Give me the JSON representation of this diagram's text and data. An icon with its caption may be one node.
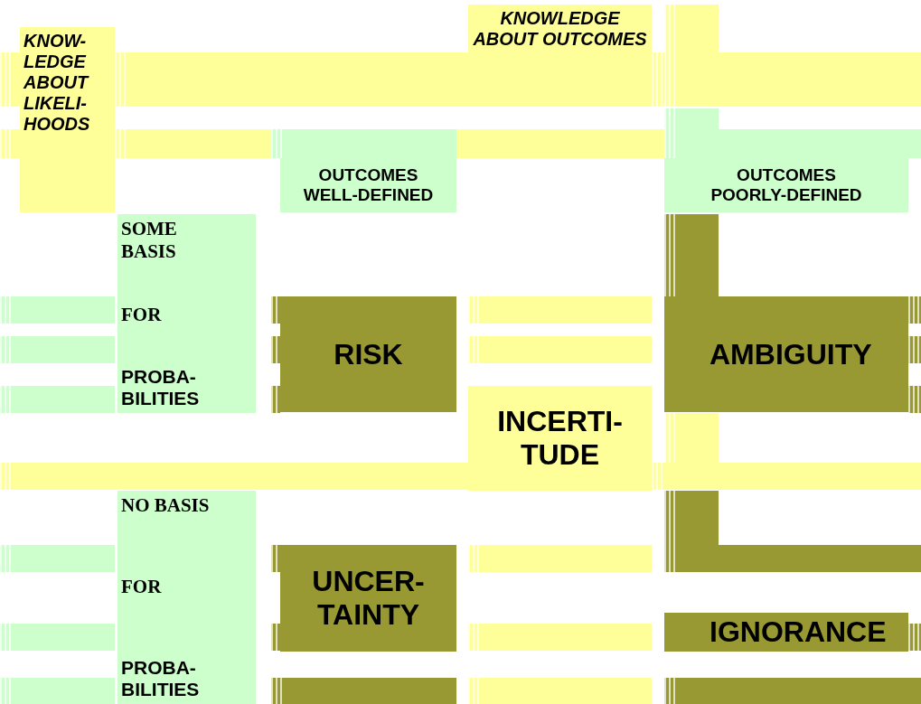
{
  "diagram": {
    "nodes": [
      {
        "text": [
          "KNOW- LEDGE",
          "ABOUT LIKELI- HOODS"
        ]
      },
      {
        "text": [
          "KNOWLEDGE ABOUT OUTCOMES"
        ]
      },
      {
        "text": [
          "OUTCOMES",
          "WELL-DEFINED"
        ]
      },
      {
        "text": [
          "OUTCOMES",
          "POORLY-DEFINED"
        ]
      },
      {
        "text": [
          "SOME BASIS",
          "FOR",
          "PROBA- BILITIES"
        ]
      },
      {
        "text": [
          "RISK"
        ]
      },
      {
        "text": [
          "AMBIGUITY"
        ]
      },
      {
        "text": [
          "INCERTI- TUDE"
        ]
      },
      {
        "text": [
          "NO BASIS",
          "FOR",
          "PROBA- BILITIES"
        ]
      },
      {
        "text": [
          "UNCER- TAINTY"
        ]
      },
      {
        "text": [
          "IGNORANCE"
        ]
      }
    ],
    "edges": []
  }
}
